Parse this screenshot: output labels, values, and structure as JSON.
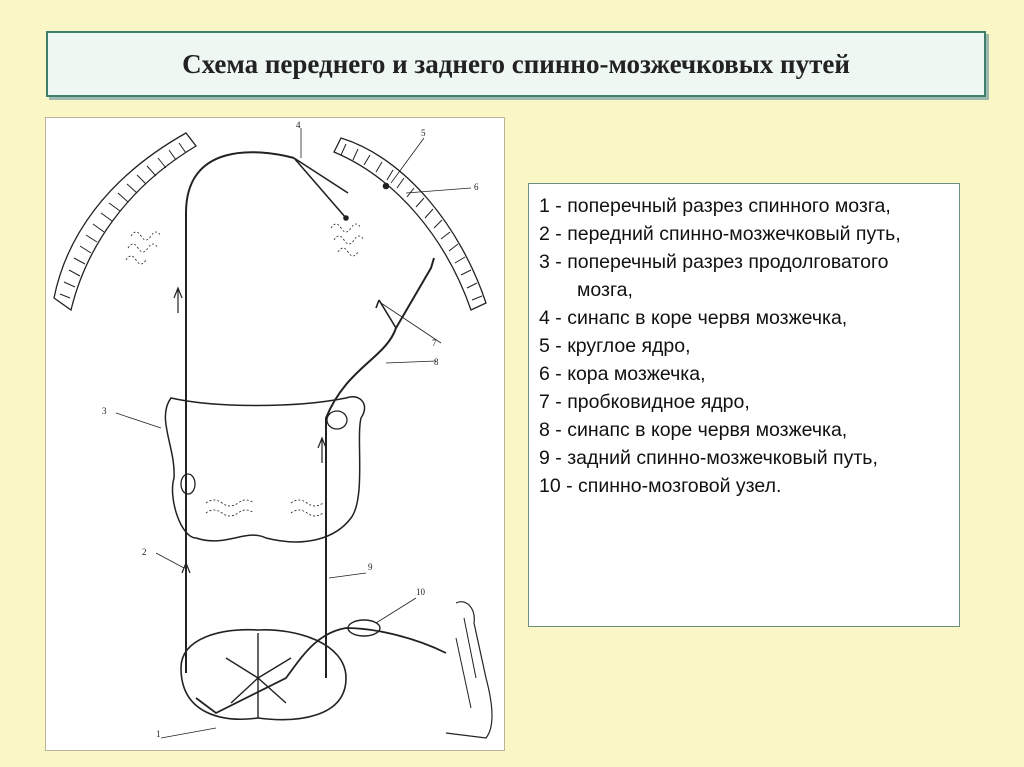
{
  "title": "Схема переднего и заднего спинно-мозжечковых путей",
  "figure": {
    "labels": [
      "1",
      "2",
      "3",
      "4",
      "5",
      "6",
      "7",
      "8",
      "9",
      "10"
    ]
  },
  "legend": {
    "items": [
      {
        "num": "1 -",
        "text": "поперечный разрез спинного мозга,"
      },
      {
        "num": "2 -",
        "text": "передний спинно-мозжечковый путь,"
      },
      {
        "num": "3 -",
        "text": "поперечный разрез продолговатого мозга,"
      },
      {
        "num": "4 -",
        "text": "синапс в коре червя мозжечка,"
      },
      {
        "num": "5 -",
        "text": "круглое ядро,"
      },
      {
        "num": "6 -",
        "text": "кора мозжечка,"
      },
      {
        "num": "7 -",
        "text": "пробковидное ядро,"
      },
      {
        "num": "8 -",
        "text": "синапс в коре червя мозжечка,"
      },
      {
        "num": "9 -",
        "text": "задний спинно-мозжечковый путь,"
      },
      {
        "num": "10 -",
        "text": "спинно-мозговой узел."
      }
    ]
  },
  "colors": {
    "background": "#fbf6c6",
    "title_border": "#3f7d6c",
    "line": "#222222"
  }
}
